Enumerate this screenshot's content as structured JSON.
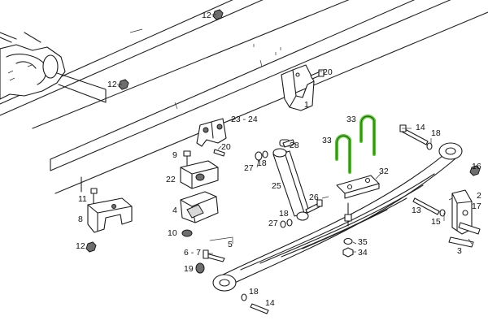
{
  "highlight_color": "#55c92c",
  "highlighted_part": "33",
  "callouts": [
    {
      "id": "c12a",
      "label": "12"
    },
    {
      "id": "c20a",
      "label": "20"
    },
    {
      "id": "c1",
      "label": "1"
    },
    {
      "id": "c12b",
      "label": "12"
    },
    {
      "id": "c23",
      "label": "23 - 24"
    },
    {
      "id": "c33a",
      "label": "33"
    },
    {
      "id": "c33b",
      "label": "33"
    },
    {
      "id": "c14a",
      "label": "14"
    },
    {
      "id": "c18a",
      "label": "18"
    },
    {
      "id": "c28",
      "label": "28"
    },
    {
      "id": "c20b",
      "label": "20"
    },
    {
      "id": "c9",
      "label": "9"
    },
    {
      "id": "c27a",
      "label": "27"
    },
    {
      "id": "c18b",
      "label": "18"
    },
    {
      "id": "c32",
      "label": "32"
    },
    {
      "id": "c16",
      "label": "16"
    },
    {
      "id": "c22",
      "label": "22"
    },
    {
      "id": "c25",
      "label": "25"
    },
    {
      "id": "c11",
      "label": "11"
    },
    {
      "id": "c26",
      "label": "26"
    },
    {
      "id": "c2",
      "label": "2"
    },
    {
      "id": "c4",
      "label": "4"
    },
    {
      "id": "c8",
      "label": "8"
    },
    {
      "id": "c13",
      "label": "13"
    },
    {
      "id": "c17",
      "label": "17"
    },
    {
      "id": "c18c",
      "label": "18"
    },
    {
      "id": "c27b",
      "label": "27"
    },
    {
      "id": "c10",
      "label": "10"
    },
    {
      "id": "c15",
      "label": "15"
    },
    {
      "id": "c35",
      "label": "35"
    },
    {
      "id": "c5",
      "label": "5"
    },
    {
      "id": "c12c",
      "label": "12"
    },
    {
      "id": "c3",
      "label": "3"
    },
    {
      "id": "c34",
      "label": "34"
    },
    {
      "id": "c67",
      "label": "6 - 7"
    },
    {
      "id": "c19",
      "label": "19"
    },
    {
      "id": "c18d",
      "label": "18"
    },
    {
      "id": "c14b",
      "label": "14"
    }
  ]
}
